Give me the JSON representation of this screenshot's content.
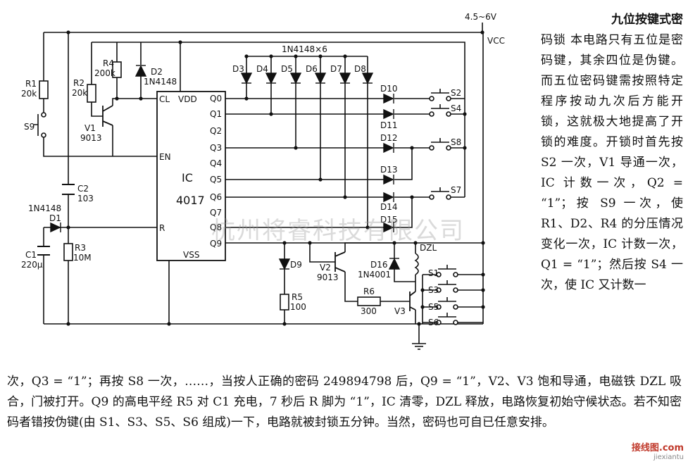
{
  "side": {
    "title": "九位按键式密",
    "body": "码锁 本电路只有五位是密码键，其余四位是伪键。而五位密码键需按照特定程序按动九次后方能开锁，这就极大地提高了开锁的难度。开锁时首先按 S2 一次，V1 导通一次，IC 计数一次，Q2 = “1”；按 S9 一次，使 R1、D2、R4 的分压情况变化一次，IC 计数一次，Q1 = “1”；然后按 S4 一次，使 IC 又计数一"
  },
  "bottom": {
    "body": "次，Q3 = “1”；再按 S8 一次，……，当按人正确的密码 249894798 后，Q9 = “1”，V2、V3 饱和导通，电磁铁 DZL 吸合，门被打开。Q9 的高电平经 R5 对 C1 充电，7 秒后 R 脚为 “1”，IC 清零，DZL 释放，电路恢复初始守候状态。若不知密码者错按伪键(由 S1、S3、S5、S6 组成)一下，电路就被封锁五分钟。当然，密码也可自已任意安排。"
  },
  "watermark": "杭州将睿科技有限公司",
  "logo": {
    "main": "接线图",
    "suffix": ".com",
    "sub": "jiexiantu"
  },
  "labels": {
    "supply": "4.5~6V",
    "vcc": "VCC",
    "diode_array": "1N4148×6",
    "r1": "R1",
    "r1v": "20k",
    "r2": "R2",
    "r2v": "20k",
    "r4": "R4",
    "r4v": "200k",
    "d2": "D2",
    "d2v": "1N4148",
    "s9": "S9",
    "v1": "V1",
    "v1v": "9013",
    "c2": "C2",
    "c2v": "103",
    "d1v": "1N4148",
    "d1": "D1",
    "c1": "C1",
    "c1v": "220μ",
    "r3": "R3",
    "r3v": "10M",
    "ic": "IC",
    "icv": "4017",
    "cl": "CL",
    "vdd": "VDD",
    "en": "EN",
    "rpin": "R",
    "vss": "VSS",
    "q0": "Q0",
    "q1": "Q1",
    "q2": "Q2",
    "q3": "Q3",
    "q4": "Q4",
    "q5": "Q5",
    "q6": "Q6",
    "q7": "Q7",
    "q8": "Q8",
    "q9": "Q9",
    "d3": "D3",
    "d4": "D4",
    "d5": "D5",
    "d6": "D6",
    "d7": "D7",
    "d8": "D8",
    "d10": "D10",
    "d11": "D11",
    "d12": "D12",
    "d13": "D13",
    "d14": "D14",
    "d15": "D15",
    "s2": "S2",
    "s4": "S4",
    "s8": "S8",
    "s7": "S7",
    "d9": "D9",
    "r5": "R5",
    "r5v": "100",
    "v2": "V2",
    "v2v": "9013",
    "d16": "D16",
    "d16v": "1N4001",
    "dzl": "DZL",
    "r6": "R6",
    "r6v": "300",
    "v3": "V3",
    "s1": "S1",
    "s3": "S3",
    "s5": "S5",
    "s6": "S6"
  }
}
